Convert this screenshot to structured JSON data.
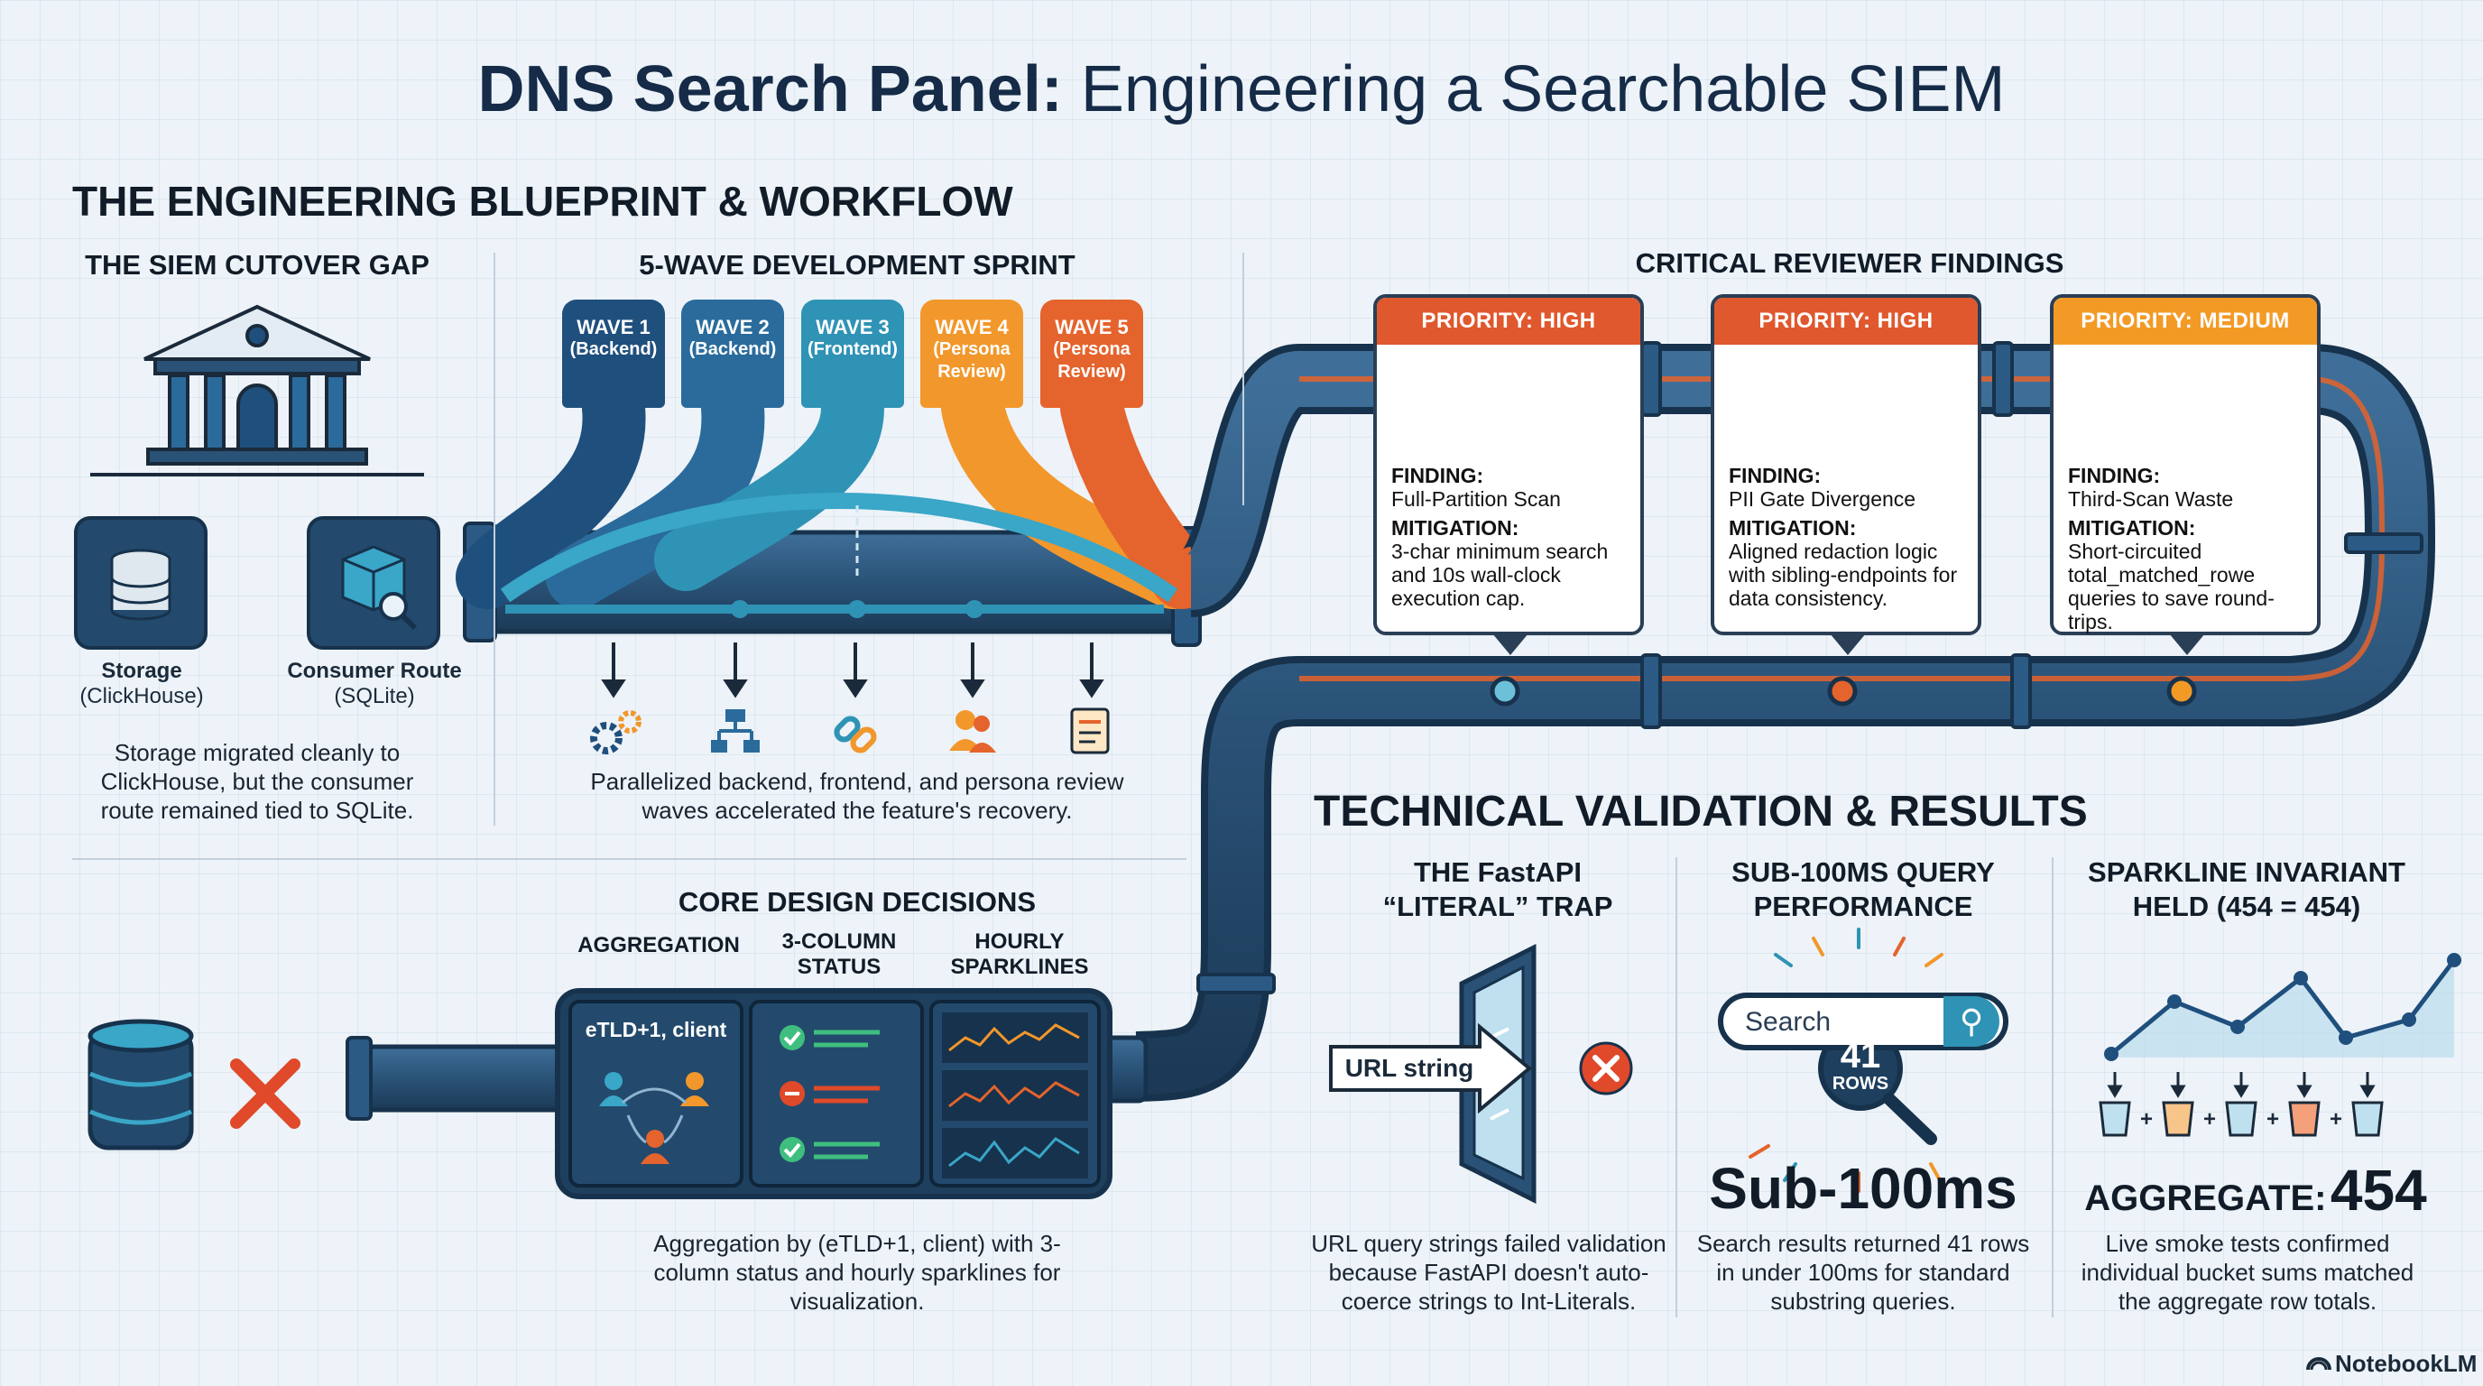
{
  "title": {
    "bold": "DNS Search Panel:",
    "rest": "Engineering a Searchable SIEM"
  },
  "blueprint": {
    "heading": "THE ENGINEERING BLUEPRINT & WORKFLOW",
    "cutover": {
      "heading": "THE SIEM CUTOVER GAP",
      "storage_title": "Storage",
      "storage_sub": "(ClickHouse)",
      "consumer_title": "Consumer Route",
      "consumer_sub": "(SQLite)",
      "description": "Storage migrated cleanly to ClickHouse, but the consumer route remained tied to SQLite."
    },
    "sprint": {
      "heading": "5-WAVE DEVELOPMENT SPRINT",
      "waves": [
        {
          "label": "WAVE 1",
          "sub": "(Backend)",
          "color": "#1f4f7d"
        },
        {
          "label": "WAVE 2",
          "sub": "(Backend)",
          "color": "#2a6b9c"
        },
        {
          "label": "WAVE 3",
          "sub": "(Frontend)",
          "color": "#2f93b5"
        },
        {
          "label": "WAVE 4",
          "sub": "(Persona Review)",
          "color": "#f2972b"
        },
        {
          "label": "WAVE 5",
          "sub": "(Persona Review)",
          "color": "#e5632c"
        }
      ],
      "description": "Parallelized backend, frontend, and persona review waves accelerated the feature's recovery."
    },
    "reviewer": {
      "heading": "CRITICAL REVIEWER FINDINGS",
      "cards": [
        {
          "priority": "PRIORITY: HIGH",
          "color": "#e0582d",
          "finding_label": "FINDING:",
          "finding": "Full-Partition Scan",
          "mitigation_label": "MITIGATION:",
          "mitigation": "3-char minimum search and 10s wall-clock execution cap."
        },
        {
          "priority": "PRIORITY: HIGH",
          "color": "#e0582d",
          "finding_label": "FINDING:",
          "finding": "PII Gate Divergence",
          "mitigation_label": "MITIGATION:",
          "mitigation": "Aligned redaction logic with sibling-endpoints for data consistency."
        },
        {
          "priority": "PRIORITY: MEDIUM",
          "color": "#f39a26",
          "finding_label": "FINDING:",
          "finding": "Third-Scan Waste",
          "mitigation_label": "MITIGATION:",
          "mitigation": "Short-circuited total_matched_rowe queries to save round-trips."
        }
      ]
    },
    "design": {
      "heading": "CORE DESIGN DECISIONS",
      "col1": "AGGREGATION",
      "col2": "3-COLUMN STATUS",
      "col3": "HOURLY SPARKLINES",
      "panel_label": "eTLD+1, client",
      "description": "Aggregation by (eTLD+1, client) with 3-column status and hourly sparklines for visualization."
    }
  },
  "validation": {
    "heading": "TECHNICAL VALIDATION & RESULTS",
    "fastapi": {
      "heading": "THE FastAPI “LITERAL” TRAP",
      "arrow_label": "URL string",
      "description": "URL query strings failed validation because FastAPI doesn't auto-coerce strings to Int-Literals."
    },
    "performance": {
      "heading": "SUB-100MS QUERY PERFORMANCE",
      "search_placeholder": "Search",
      "rows_count": "41",
      "rows_label": "ROWS",
      "big_text": "Sub-100ms",
      "description": "Search results returned 41 rows in under 100ms for standard substring queries."
    },
    "sparkline": {
      "heading": "SPARKLINE INVARIANT HELD (454 = 454)",
      "aggregate_label": "AGGREGATE:",
      "aggregate_value": "454",
      "description": "Live smoke tests confirmed individual bucket sums matched the aggregate row totals."
    }
  },
  "footer": {
    "brand": "NotebookLM"
  }
}
